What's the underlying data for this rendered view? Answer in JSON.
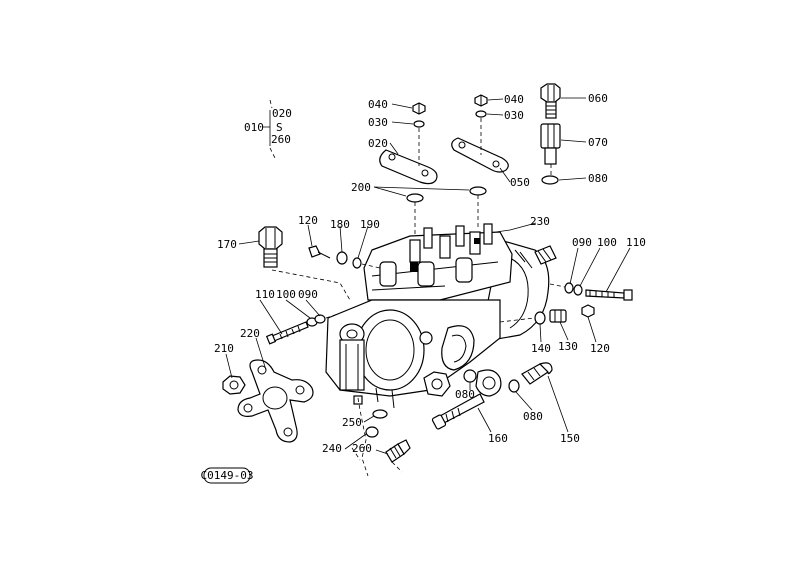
{
  "range_label": {
    "key": "010",
    "from": "020",
    "sep": "S",
    "to": "260"
  },
  "callouts": [
    {
      "id": "040_left",
      "text": "040"
    },
    {
      "id": "030_left",
      "text": "030"
    },
    {
      "id": "020",
      "text": "020"
    },
    {
      "id": "040_right",
      "text": "040"
    },
    {
      "id": "030_right",
      "text": "030"
    },
    {
      "id": "060",
      "text": "060"
    },
    {
      "id": "070",
      "text": "070"
    },
    {
      "id": "050",
      "text": "050"
    },
    {
      "id": "080_top",
      "text": "080"
    },
    {
      "id": "200",
      "text": "200"
    },
    {
      "id": "230",
      "text": "230"
    },
    {
      "id": "120_top",
      "text": "120"
    },
    {
      "id": "180",
      "text": "180"
    },
    {
      "id": "190",
      "text": "190"
    },
    {
      "id": "170",
      "text": "170"
    },
    {
      "id": "090_right",
      "text": "090"
    },
    {
      "id": "100_right",
      "text": "100"
    },
    {
      "id": "110_right",
      "text": "110"
    },
    {
      "id": "110_left",
      "text": "110"
    },
    {
      "id": "100_left",
      "text": "100"
    },
    {
      "id": "090_left",
      "text": "090"
    },
    {
      "id": "220",
      "text": "220"
    },
    {
      "id": "210",
      "text": "210"
    },
    {
      "id": "140",
      "text": "140"
    },
    {
      "id": "130",
      "text": "130"
    },
    {
      "id": "120_right",
      "text": "120"
    },
    {
      "id": "080_mid",
      "text": "080"
    },
    {
      "id": "080_low",
      "text": "080"
    },
    {
      "id": "160",
      "text": "160"
    },
    {
      "id": "150",
      "text": "150"
    },
    {
      "id": "250",
      "text": "250"
    },
    {
      "id": "240",
      "text": "240"
    },
    {
      "id": "260",
      "text": "260"
    }
  ],
  "drawing_code": "C0149-03"
}
